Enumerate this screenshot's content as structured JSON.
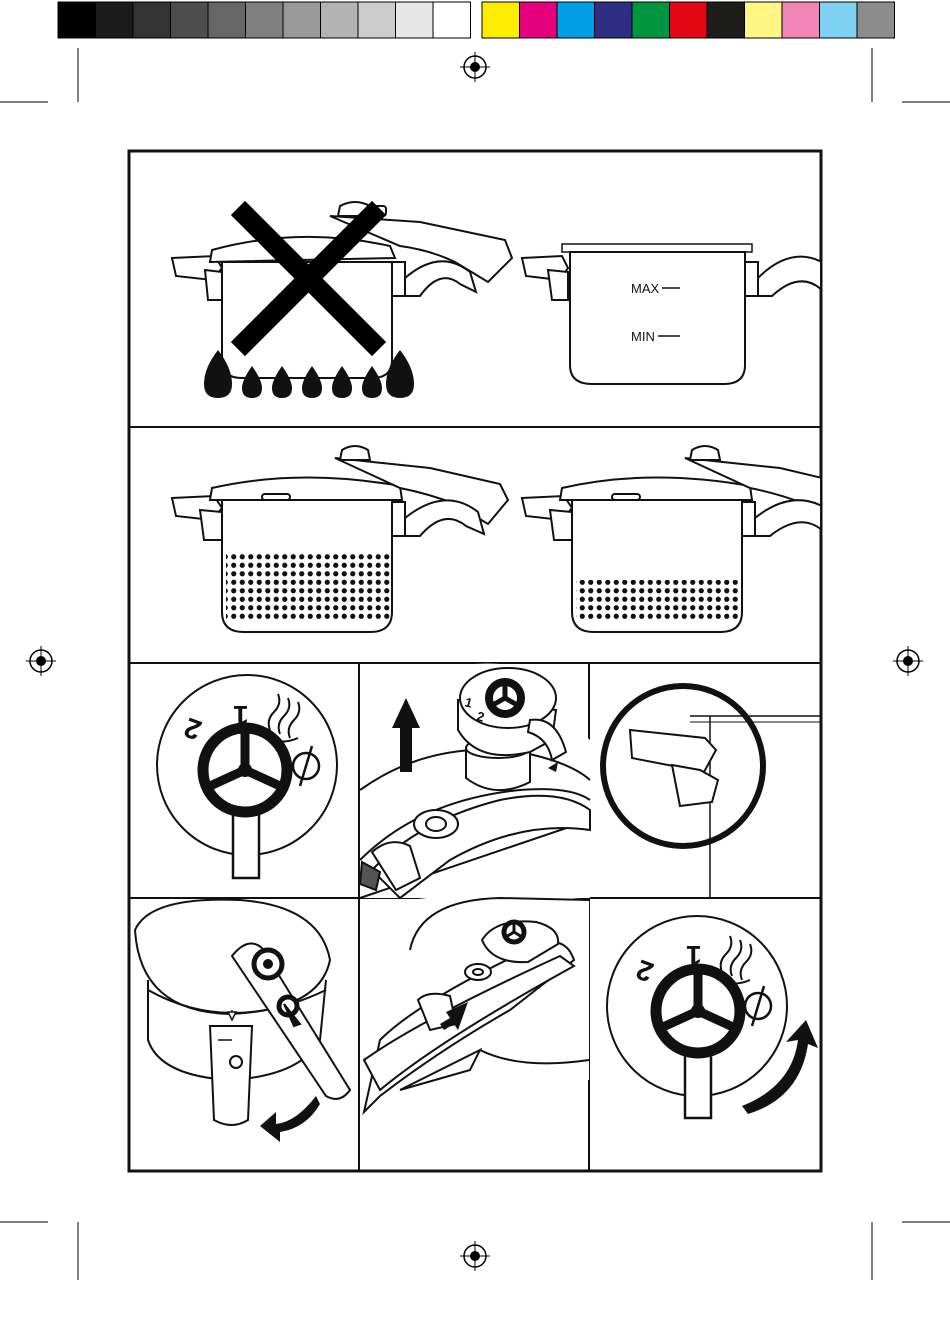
{
  "color_bar": {
    "gray_swatches": [
      "#000000",
      "#1a1a1a",
      "#333333",
      "#4d4d4d",
      "#666666",
      "#808080",
      "#999999",
      "#b3b3b3",
      "#cccccc",
      "#e6e6e6",
      "#ffffff"
    ],
    "color_swatches": [
      "#ffed00",
      "#e5007e",
      "#009fe3",
      "#2d2e83",
      "#009640",
      "#e30613",
      "#1d1d1b",
      "#fff684",
      "#f287b7",
      "#7fd1f2",
      "#8c8c8c"
    ]
  },
  "fill_levels": {
    "max_label": "MAX",
    "min_label": "MIN"
  },
  "dial_labels": {
    "two": "2",
    "one": "1"
  },
  "small_dial_labels": {
    "one": "1",
    "two": "2"
  }
}
